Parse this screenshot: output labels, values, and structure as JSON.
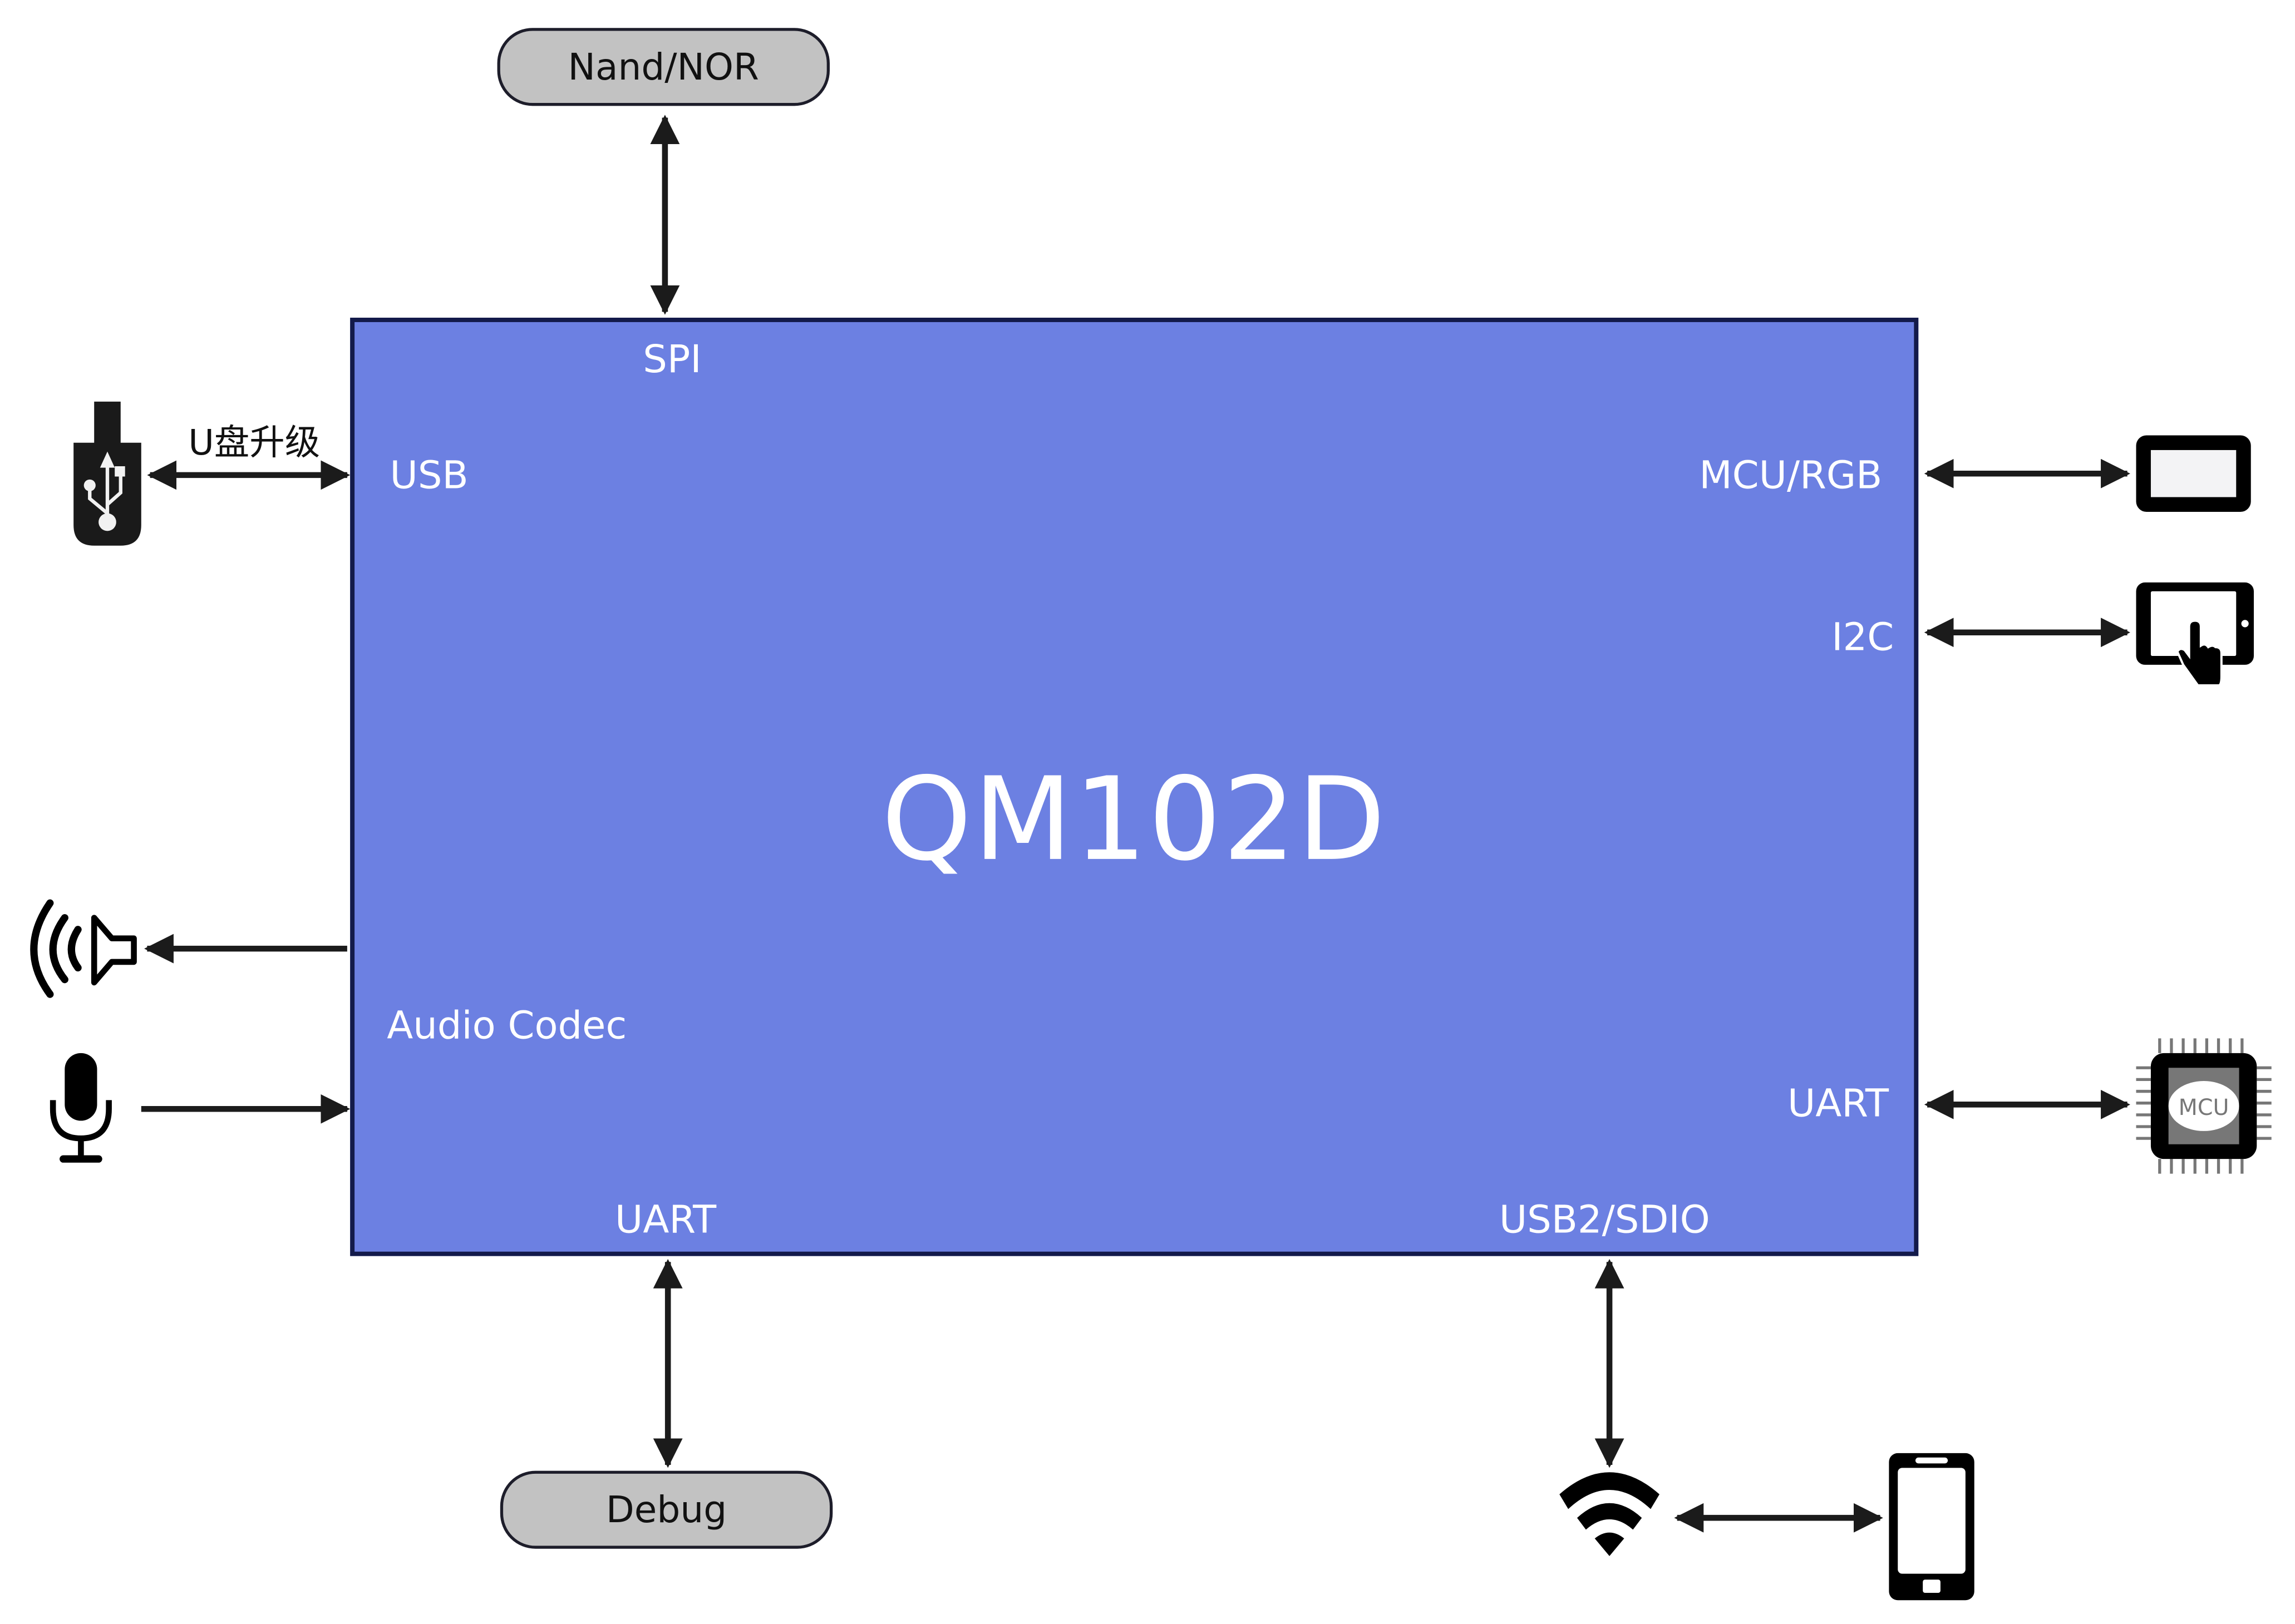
{
  "chip": {
    "name": "QM102D",
    "color": "#6c80e2",
    "border_color": "#131a4a",
    "ports": {
      "spi": "SPI",
      "usb": "USB",
      "mcu_rgb": "MCU/RGB",
      "i2c": "I2C",
      "audio_codec": "Audio Codec",
      "uart_right": "UART",
      "uart_bottom": "UART",
      "usb2_sdio": "USB2/SDIO"
    }
  },
  "external": {
    "flash": "Nand/NOR",
    "debug": "Debug",
    "usb_upgrade_label": "U盘升级",
    "mcu_chip_label": "MCU"
  },
  "connections": [
    {
      "from": "Nand/NOR",
      "to": "SPI",
      "direction": "bidirectional"
    },
    {
      "from": "USB flash drive",
      "to": "USB",
      "direction": "bidirectional",
      "label": "U盘升级"
    },
    {
      "from": "Audio Codec",
      "to": "speaker",
      "direction": "output"
    },
    {
      "from": "microphone",
      "to": "Audio Codec",
      "direction": "input"
    },
    {
      "from": "MCU/RGB",
      "to": "display",
      "direction": "bidirectional"
    },
    {
      "from": "I2C",
      "to": "touch panel",
      "direction": "bidirectional"
    },
    {
      "from": "UART",
      "to": "MCU",
      "direction": "bidirectional"
    },
    {
      "from": "UART",
      "to": "Debug",
      "direction": "bidirectional"
    },
    {
      "from": "USB2/SDIO",
      "to": "wifi",
      "direction": "bidirectional"
    },
    {
      "from": "wifi",
      "to": "phone",
      "direction": "bidirectional"
    }
  ],
  "colors": {
    "pill_fill": "#c2c2c2",
    "arrow": "#1b1b1b",
    "icon": "#000000"
  }
}
